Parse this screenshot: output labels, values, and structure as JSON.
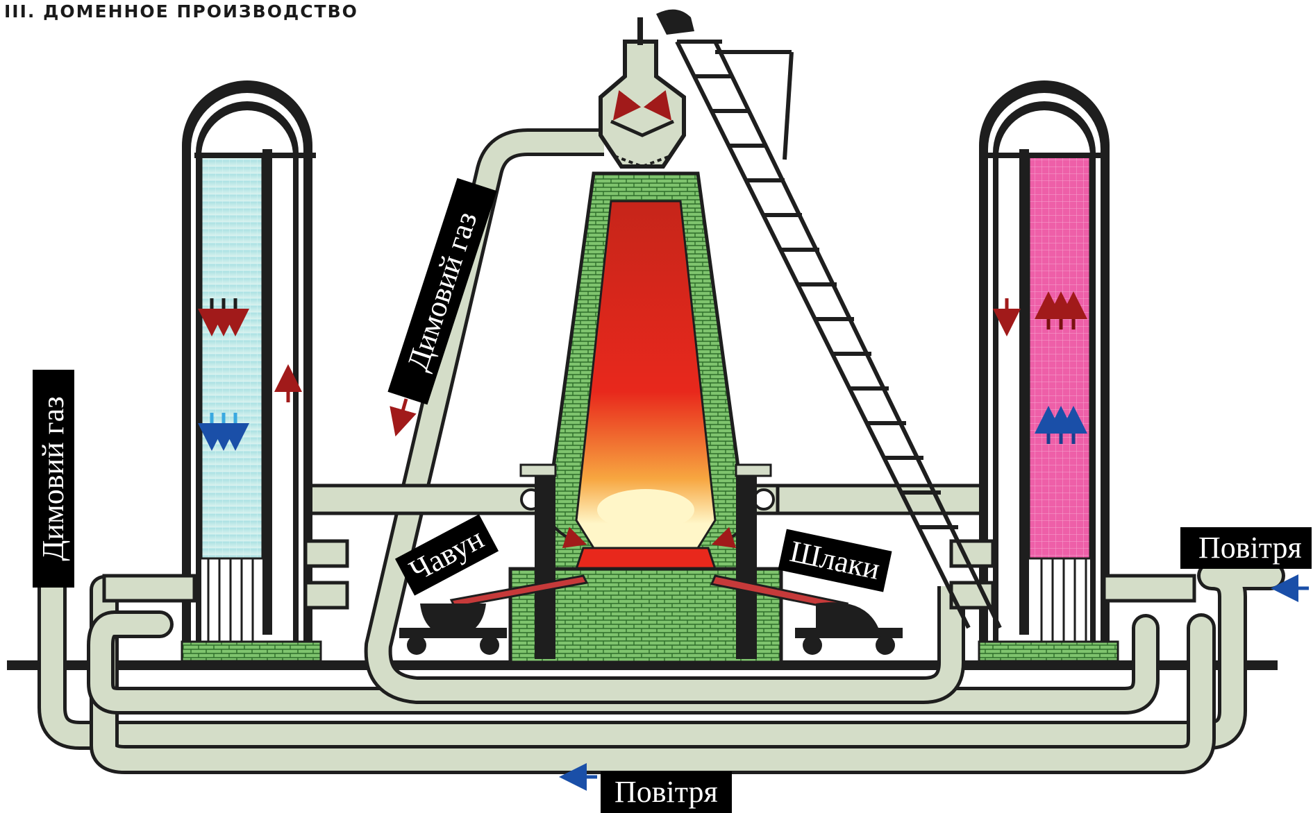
{
  "page_title": "III. ДОМЕННОЕ ПРОИЗВОДСТВО",
  "labels": {
    "flue_gas_left": "Димовий газ",
    "flue_gas_top": "Димовий газ",
    "pig_iron": "Чавун",
    "slag": "Шлаки",
    "air_right": "Повітря",
    "air_bottom": "Повітря"
  },
  "colors": {
    "pipe": "#d4ddc8",
    "pipe_outline": "#1e1e1e",
    "brick": "#7fc46e",
    "furnace_hot": "#e8281c",
    "furnace_glow": "#fff6c8",
    "stove_cool": "#b9e6ee",
    "stove_hot": "#ee5fa8",
    "arrow_hot": "#a11a1a",
    "arrow_cool": "#1a4fa8",
    "label_bg": "#000000",
    "label_text": "#ffffff"
  }
}
